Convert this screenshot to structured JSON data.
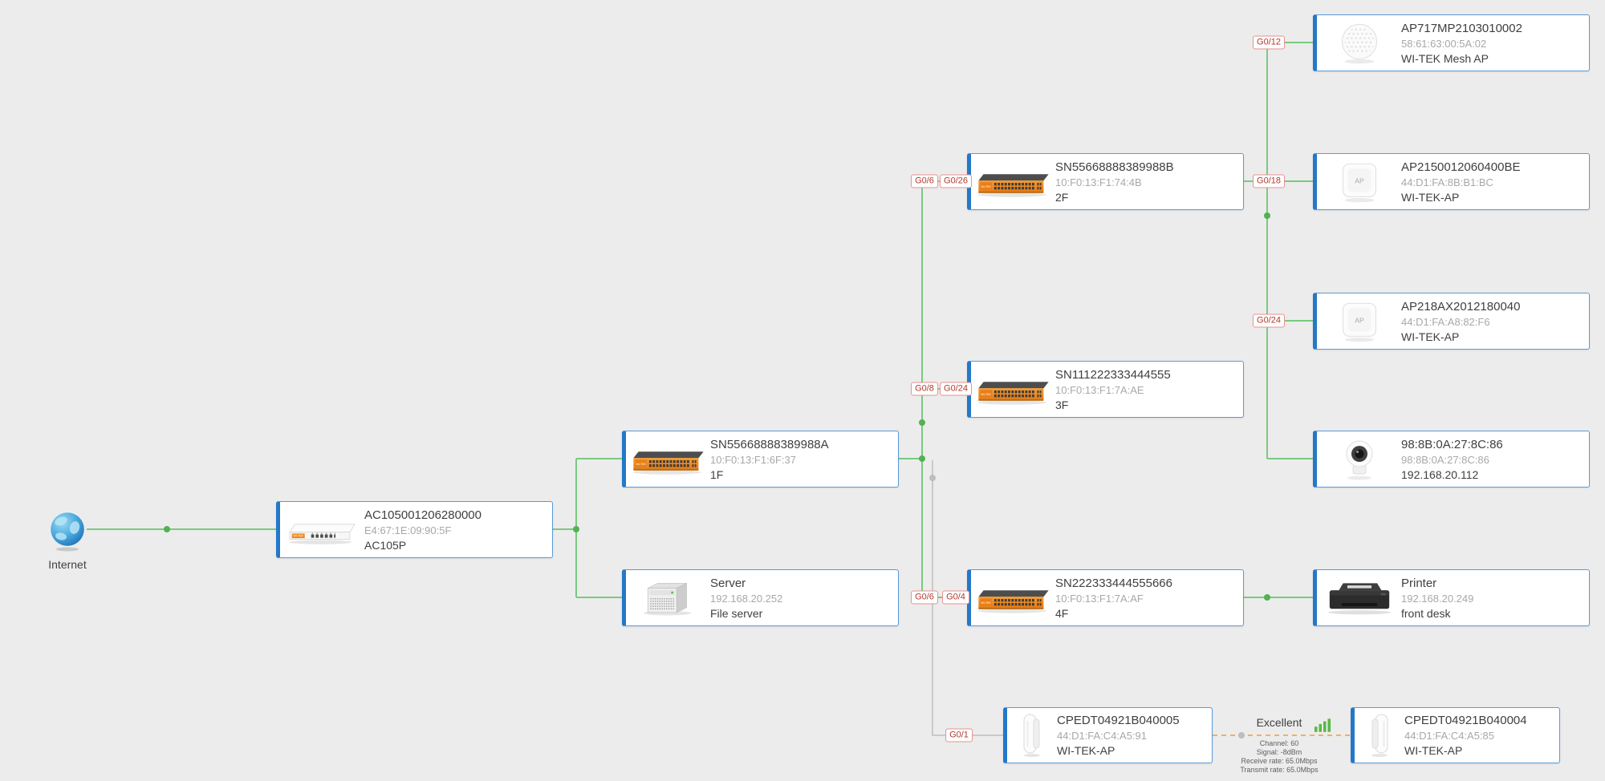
{
  "canvas": {
    "background": "#ececec"
  },
  "colors": {
    "accent_blue": "#2478c8",
    "link_active_green": "#79ca7e",
    "link_dot_green": "#52b152",
    "link_inactive_gray": "#c9c9c9",
    "wireless_link_orange": "#f2b05e",
    "port_badge_red": "#b03a2e"
  },
  "internet": {
    "label": "Internet"
  },
  "nodes": [
    {
      "name": "AC105001206280000",
      "mac": "E4:67:1E:09:90:5F",
      "label": "AC105P"
    },
    {
      "name": "SN55668888389988A",
      "mac": "10:F0:13:F1:6F:37",
      "label": "1F"
    },
    {
      "name": "Server",
      "mac": "192.168.20.252",
      "label": "File server"
    },
    {
      "name": "SN55668888389988B",
      "mac": "10:F0:13:F1:74:4B",
      "label": "2F"
    },
    {
      "name": "SN111222333444555",
      "mac": "10:F0:13:F1:7A:AE",
      "label": "3F"
    },
    {
      "name": "SN222333444555666",
      "mac": "10:F0:13:F1:7A:AF",
      "label": "4F"
    },
    {
      "name": "AP717MP2103010002",
      "mac": "58:61:63:00:5A:02",
      "label": "WI-TEK Mesh AP"
    },
    {
      "name": "AP2150012060400BE",
      "mac": "44:D1:FA:8B:B1:BC",
      "label": "WI-TEK-AP"
    },
    {
      "name": "AP218AX2012180040",
      "mac": "44:D1:FA:A8:82:F6",
      "label": "WI-TEK-AP"
    },
    {
      "name": "98:8B:0A:27:8C:86",
      "mac": "98:8B:0A:27:8C:86",
      "label": "192.168.20.112"
    },
    {
      "name": "Printer",
      "mac": "192.168.20.249",
      "label": "front desk"
    },
    {
      "name": "CPEDT04921B040005",
      "mac": "44:D1:FA:C4:A5:91",
      "label": "WI-TEK-AP"
    },
    {
      "name": "CPEDT04921B040004",
      "mac": "44:D1:FA:C4:A5:85",
      "label": "WI-TEK-AP"
    }
  ],
  "ports": [
    "G0/12",
    "G0/6",
    "G0/26",
    "G0/18",
    "G0/24",
    "G0/8",
    "G0/24",
    "G0/6",
    "G0/4",
    "G0/1"
  ],
  "wireless_link": {
    "quality": "Excellent",
    "details": [
      "Channel: 60",
      "Signal: -8dBm",
      "Receive rate: 65.0Mbps",
      "Transmit rate: 65.0Mbps"
    ]
  }
}
